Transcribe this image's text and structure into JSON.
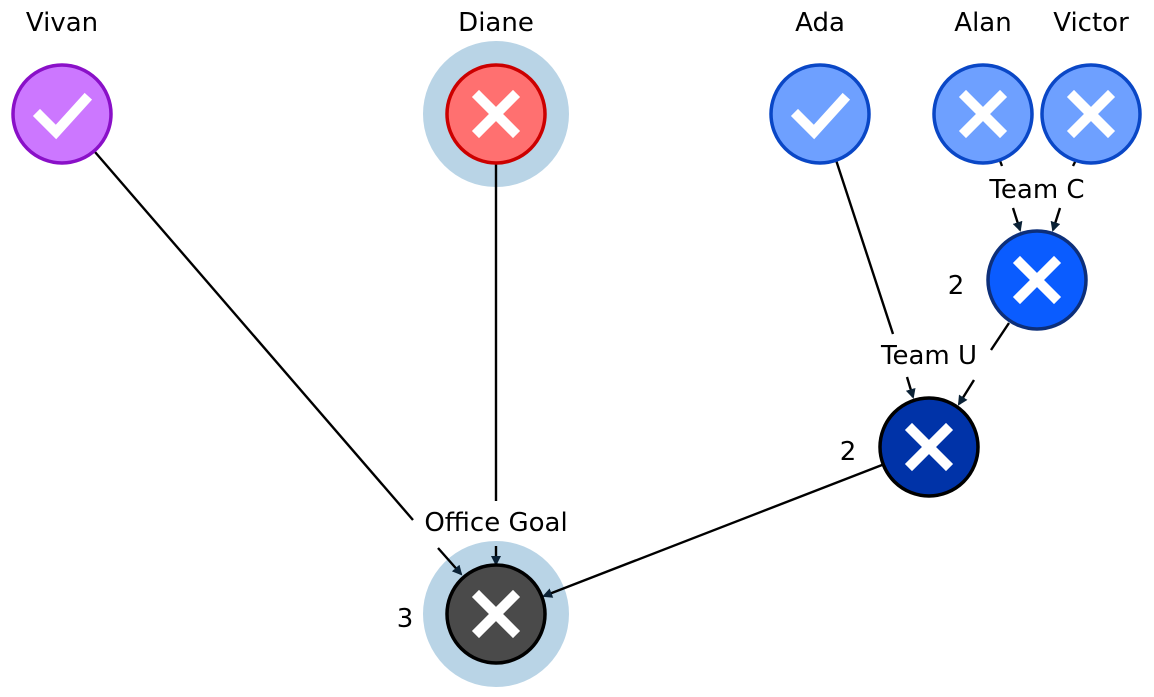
{
  "people": [
    {
      "name": "Vivan",
      "status": "check",
      "fill": "#cc77ff",
      "stroke": "#8a10c8",
      "highlight": false
    },
    {
      "name": "Diane",
      "status": "cross",
      "fill": "#ff7070",
      "stroke": "#cc0000",
      "highlight": true
    },
    {
      "name": "Ada",
      "status": "check",
      "fill": "#6ea0ff",
      "stroke": "#0a47c6",
      "highlight": false
    },
    {
      "name": "Alan",
      "status": "cross",
      "fill": "#6ea0ff",
      "stroke": "#0a47c6",
      "highlight": false
    },
    {
      "name": "Victor",
      "status": "cross",
      "fill": "#6ea0ff",
      "stroke": "#0a47c6",
      "highlight": false
    }
  ],
  "groups": [
    {
      "name": "Team C",
      "count": "2",
      "status": "cross",
      "fill": "#0a5cff",
      "stroke": "#0d2f7a"
    },
    {
      "name": "Team U",
      "count": "2",
      "status": "cross",
      "fill": "#0033a8",
      "stroke": "#000000"
    },
    {
      "name": "Office Goal",
      "count": "3",
      "status": "cross",
      "fill": "#4a4a4a",
      "stroke": "#000000",
      "highlight": true
    }
  ],
  "colors": {
    "highlight": "#b9d4e6",
    "arrow": "#0b2236",
    "icon": "#ffffff"
  },
  "edges": [
    {
      "from": "Alan",
      "to": "Team C"
    },
    {
      "from": "Victor",
      "to": "Team C"
    },
    {
      "from": "Ada",
      "to": "Team U"
    },
    {
      "from": "Team C",
      "to": "Team U"
    },
    {
      "from": "Vivan",
      "to": "Office Goal"
    },
    {
      "from": "Diane",
      "to": "Office Goal"
    },
    {
      "from": "Team U",
      "to": "Office Goal"
    }
  ]
}
